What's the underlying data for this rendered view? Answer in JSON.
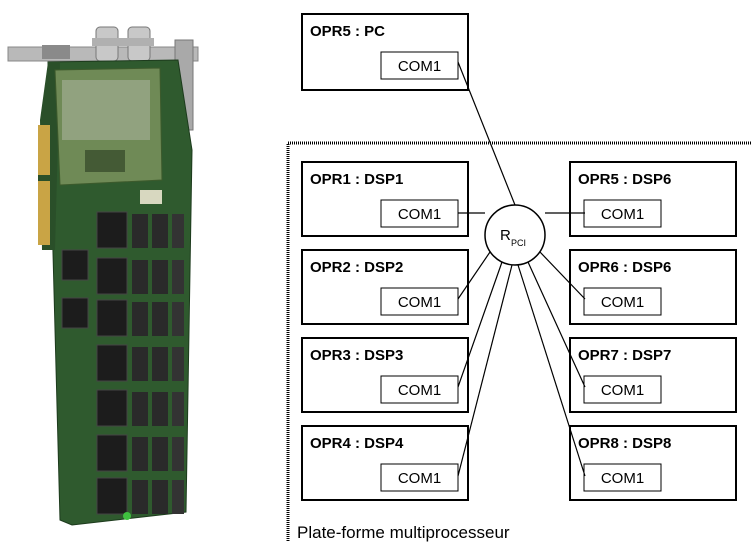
{
  "pc_node": {
    "title": "OPR5 : PC",
    "port": "COM1"
  },
  "router": {
    "letter": "R",
    "subscript": "PCI"
  },
  "platform_label": "Plate-forme multiprocesseur",
  "left_nodes": [
    {
      "title": "OPR1 : DSP1",
      "port": "COM1"
    },
    {
      "title": "OPR2 : DSP2",
      "port": "COM1"
    },
    {
      "title": "OPR3 : DSP3",
      "port": "COM1"
    },
    {
      "title": "OPR4 : DSP4",
      "port": "COM1"
    }
  ],
  "right_nodes": [
    {
      "title": "OPR5 : DSP6",
      "port": "COM1"
    },
    {
      "title": "OPR6 : DSP6",
      "port": "COM1"
    },
    {
      "title": "OPR7 : DSP7",
      "port": "COM1"
    },
    {
      "title": "OPR8 : DSP8",
      "port": "COM1"
    }
  ],
  "colors": {
    "line": "#000000",
    "pcb": "#2f5a2e",
    "chip": "#1c1c1c"
  }
}
